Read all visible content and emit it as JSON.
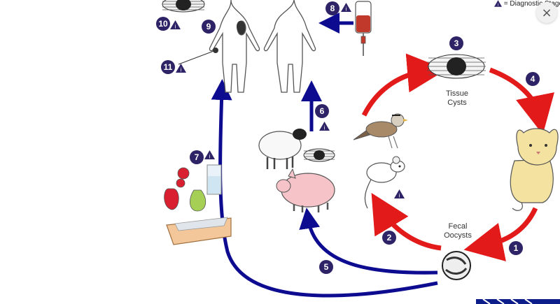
{
  "legend": {
    "label": "= Diagnostic Stage"
  },
  "stage_numbers": [
    "1",
    "2",
    "3",
    "4",
    "5",
    "6",
    "7",
    "8",
    "9",
    "10",
    "11"
  ],
  "stage_badge": "i",
  "labels": {
    "tissue_cysts": "Tissue\nCysts",
    "fecal_oocysts": "Fecal\nOocysts"
  },
  "colors": {
    "red_arrow": "#e21a1a",
    "blue_arrow": "#0d0b8f",
    "number_circle": "#2e2366"
  },
  "close_icon": "×"
}
